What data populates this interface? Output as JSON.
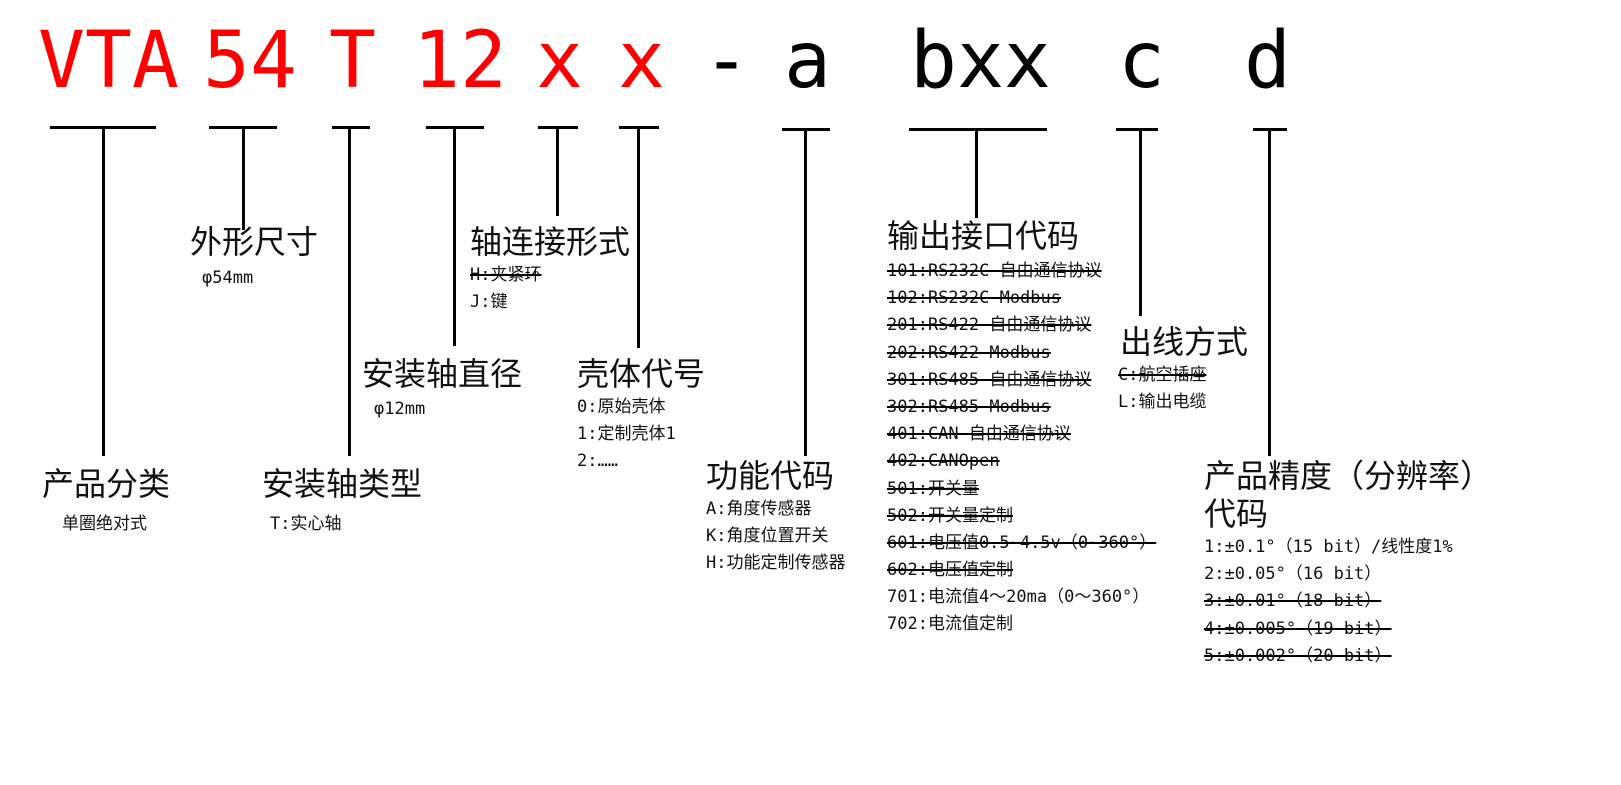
{
  "code_parts": {
    "vta": "VTA",
    "size": "54",
    "type": "T",
    "shaft": "12",
    "x1": "x",
    "x2": "x",
    "dash": "-",
    "a": "a",
    "bxx": "bxx",
    "c": "c",
    "d": "d"
  },
  "colors": {
    "prefix": "#ff0000",
    "suffix": "#000000",
    "lines": "#000000"
  },
  "labels": {
    "classification": {
      "title": "产品分类",
      "detail": "单圈绝对式"
    },
    "shape_size": {
      "title": "外形尺寸",
      "detail": "φ54mm"
    },
    "shaft_type": {
      "title": "安装轴类型",
      "detail": "T:实心轴"
    },
    "shaft_diameter": {
      "title": "安装轴直径",
      "detail": "φ12mm"
    },
    "shaft_connection": {
      "title": "轴连接形式",
      "options": [
        "H:夹紧环",
        "J:键"
      ],
      "struck": [
        true,
        false
      ]
    },
    "housing": {
      "title": "壳体代号",
      "options": [
        "0:原始壳体",
        "1:定制壳体1",
        "2:……"
      ],
      "struck": [
        false,
        false,
        false
      ]
    },
    "function": {
      "title": "功能代码",
      "options": [
        "A:角度传感器",
        "K:角度位置开关",
        "H:功能定制传感器"
      ],
      "struck": [
        false,
        false,
        false
      ]
    },
    "output_interface": {
      "title": "输出接口代码",
      "options": [
        "101:RS232C 自由通信协议",
        "102:RS232C Modbus",
        "201:RS422 自由通信协议",
        "202:RS422 Modbus",
        "301:RS485 自由通信协议",
        "302:RS485 Modbus",
        "401:CAN 自由通信协议",
        "402:CANOpen",
        "501:开关量",
        "502:开关量定制",
        "601:电压值0.5~4.5v（0~360°）",
        "602:电压值定制",
        "701:电流值4～20ma（0～360°）",
        "702:电流值定制"
      ],
      "struck": [
        true,
        true,
        true,
        true,
        true,
        true,
        true,
        true,
        true,
        true,
        true,
        true,
        false,
        false
      ]
    },
    "wiring": {
      "title": "出线方式",
      "options": [
        "C:航空插座",
        "L:输出电缆"
      ],
      "struck": [
        true,
        false
      ]
    },
    "precision": {
      "title_line1": "产品精度（分辨率）",
      "title_line2": "代码",
      "options": [
        "1:±0.1°（15 bit）/线性度1%",
        "2:±0.05°（16 bit）",
        "3:±0.01°（18 bit）",
        "4:±0.005°（19 bit）",
        "5:±0.002°（20 bit）"
      ],
      "struck": [
        false,
        false,
        true,
        true,
        true
      ]
    }
  }
}
